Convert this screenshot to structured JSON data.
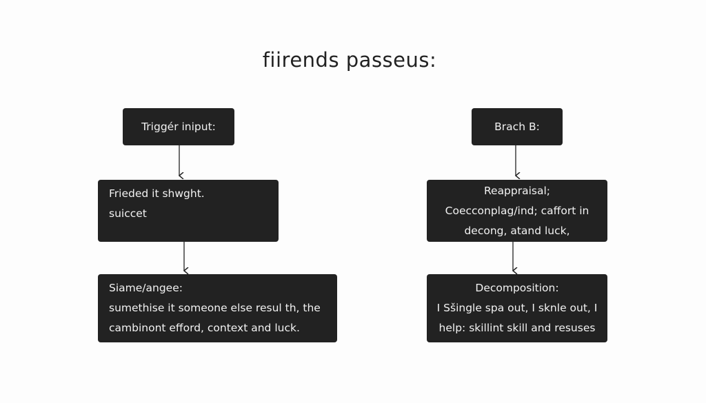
{
  "title": "fiirends passeus:",
  "left_branch": {
    "trigger": "Triggér iniput:",
    "step1": [
      "Frieded it shwght.",
      "suiccet"
    ],
    "step2": [
      "Siame/angee:",
      "sumethise it someone else resul th, the",
      "cambinont efford, context and luck."
    ]
  },
  "right_branch": {
    "trigger": "Brach B:",
    "step1": [
      "Reappraisal;",
      "Coecconplag/ind; caffort in",
      "decong, atand luck,"
    ],
    "step2": [
      "Decomposition:",
      "I Sšingle spa out, I sknle out, I",
      "help: skillint skill and resuses"
    ]
  },
  "colors": {
    "box": "#222222",
    "text": "#f2f2f2",
    "arrow": "#222222"
  }
}
